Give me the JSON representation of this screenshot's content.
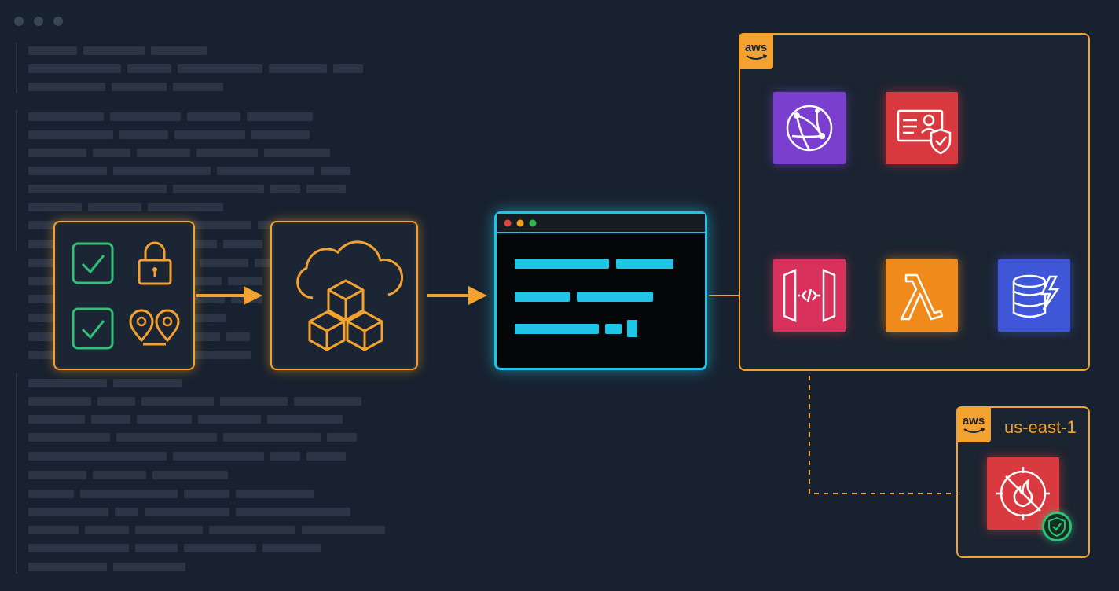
{
  "region": {
    "aws_label": "aws",
    "name": "us-east-1"
  },
  "account": {
    "aws_label": "aws"
  },
  "colors": {
    "accent": "#f3a12f",
    "terminal_accent": "#20c4e6",
    "cloudfront": "#7b3fd0",
    "cognito": "#d93a3f",
    "api_gateway": "#d8325c",
    "lambda": "#f08a1a",
    "dynamodb": "#3f56d8",
    "waf": "#d93a3f",
    "check": "#2fc178"
  },
  "icons": [
    "checkbox-icon",
    "lock-icon",
    "location-pins-icon",
    "cloud-cubes-icon",
    "terminal-window-icon",
    "cloudfront-icon",
    "cognito-icon",
    "api-gateway-icon",
    "lambda-icon",
    "dynamodb-icon",
    "waf-icon",
    "shield-check-icon"
  ]
}
